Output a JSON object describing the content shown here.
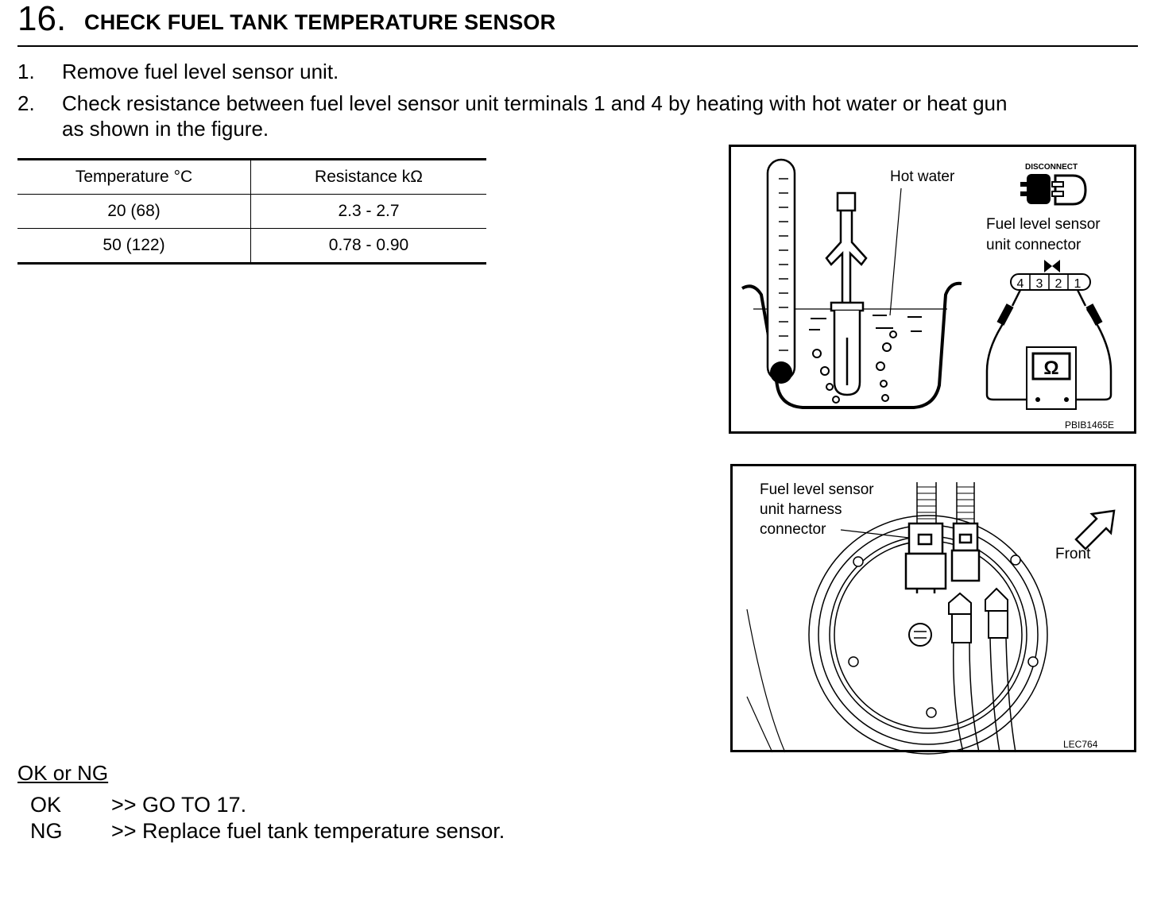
{
  "header": {
    "step_number": "16.",
    "title": "CHECK FUEL TANK TEMPERATURE SENSOR"
  },
  "steps": [
    {
      "num": "1.",
      "text": "Remove fuel level sensor unit."
    },
    {
      "num": "2.",
      "text_line1": "Check resistance between fuel level sensor unit terminals 1 and 4 by heating with hot water or heat gun",
      "text_line2": "as shown in the figure."
    }
  ],
  "spec_table": {
    "headers": [
      "Temperature °C",
      "Resistance kΩ"
    ],
    "rows": [
      [
        "20 (68)",
        "2.3 - 2.7"
      ],
      [
        "50 (122)",
        "0.78 - 0.90"
      ]
    ]
  },
  "figure1": {
    "hot_water_label": "Hot water",
    "disconnect_label": "DISCONNECT",
    "connector_label_line1": "Fuel level sensor",
    "connector_label_line2": "unit connector",
    "terminals": [
      "4",
      "3",
      "2",
      "1"
    ],
    "ohm_symbol": "Ω",
    "figure_code": "PBIB1465E"
  },
  "figure2": {
    "harness_label_line1": "Fuel level sensor",
    "harness_label_line2": "unit harness",
    "harness_label_line3": "connector",
    "front_label": "Front",
    "figure_code": "LEC764"
  },
  "result": {
    "heading": "OK or NG",
    "ok_code": "OK",
    "ok_text": ">> GO TO 17.",
    "ng_code": "NG",
    "ng_text": ">> Replace fuel tank temperature sensor."
  }
}
